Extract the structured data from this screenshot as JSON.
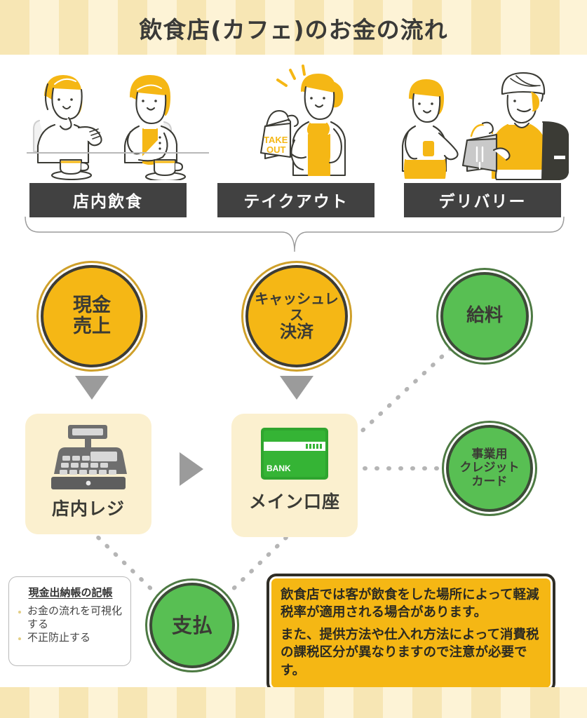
{
  "header": {
    "title": "飲食店(カフェ)のお金の流れ",
    "stripe_light": "#fdf3d6",
    "stripe_dark": "#f7e6b4"
  },
  "channels": [
    {
      "label": "店内飲食",
      "illustration": "two-women-dining-illustration"
    },
    {
      "label": "テイクアウト",
      "illustration": "staff-takeout-bag-illustration",
      "bag_text_line1": "TAKE",
      "bag_text_line2": "OUT"
    },
    {
      "label": "デリバリー",
      "illustration": "delivery-rider-handoff-illustration"
    }
  ],
  "nodes": {
    "cash_sales": {
      "line1": "現金",
      "line2": "売上",
      "color": "#f5b715"
    },
    "cashless": {
      "line1": "キャッシュレス",
      "line2": "決済",
      "color": "#f5b715"
    },
    "salary": {
      "line1": "給料",
      "color": "#58bf53"
    },
    "business_card": {
      "line1": "事業用",
      "line2": "クレジット",
      "line3": "カード",
      "color": "#58bf53"
    },
    "payment": {
      "line1": "支払",
      "color": "#58bf53"
    },
    "register": {
      "label": "店内レジ",
      "icon": "cash-register-icon"
    },
    "main_account": {
      "label": "メイン口座",
      "icon": "bank-card-icon",
      "card_text": "BANK"
    }
  },
  "memo": {
    "heading": "現金出納帳の記帳",
    "bullets": [
      "お金の流れを可視化する",
      "不正防止する"
    ]
  },
  "note": {
    "paragraph1": "飲食店では客が飲食をした場所によって軽減税率が適用される場合があります。",
    "paragraph2": "また、提供方法や仕入れ方法によって消費税の課税区分が異なりますので注意が必要です。",
    "bg_color": "#f5b714",
    "border_color": "#2f2d26"
  }
}
